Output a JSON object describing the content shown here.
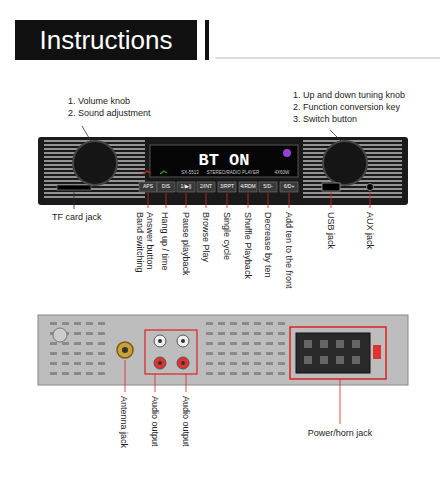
{
  "diagram": {
    "title": "Instructions",
    "labels": [
      "1. Volume knob",
      "2. Sound adjustment",
      "1. Up and down tuning knob",
      "2. Function conversion key",
      "3. Switch button",
      "BT ON",
      "SX-5513",
      "STEREO/RADIO PLAYER",
      "4X60W",
      "APS",
      "DIS",
      "1/▶||",
      "2/INT",
      "3/RPT",
      "4/RDM",
      "5/D-",
      "6/D+",
      "TF card jack",
      "Answer button Band switching",
      "Hang up / time",
      "Pause playback",
      "Browse Play",
      "Single cycle",
      "Shuffle Playback",
      "Decrease by ten",
      "Add ten to the front",
      "USB jack",
      "AUX jack",
      "Antenna jack",
      "Audio output",
      "Audio output",
      "Power/horn jack"
    ]
  }
}
